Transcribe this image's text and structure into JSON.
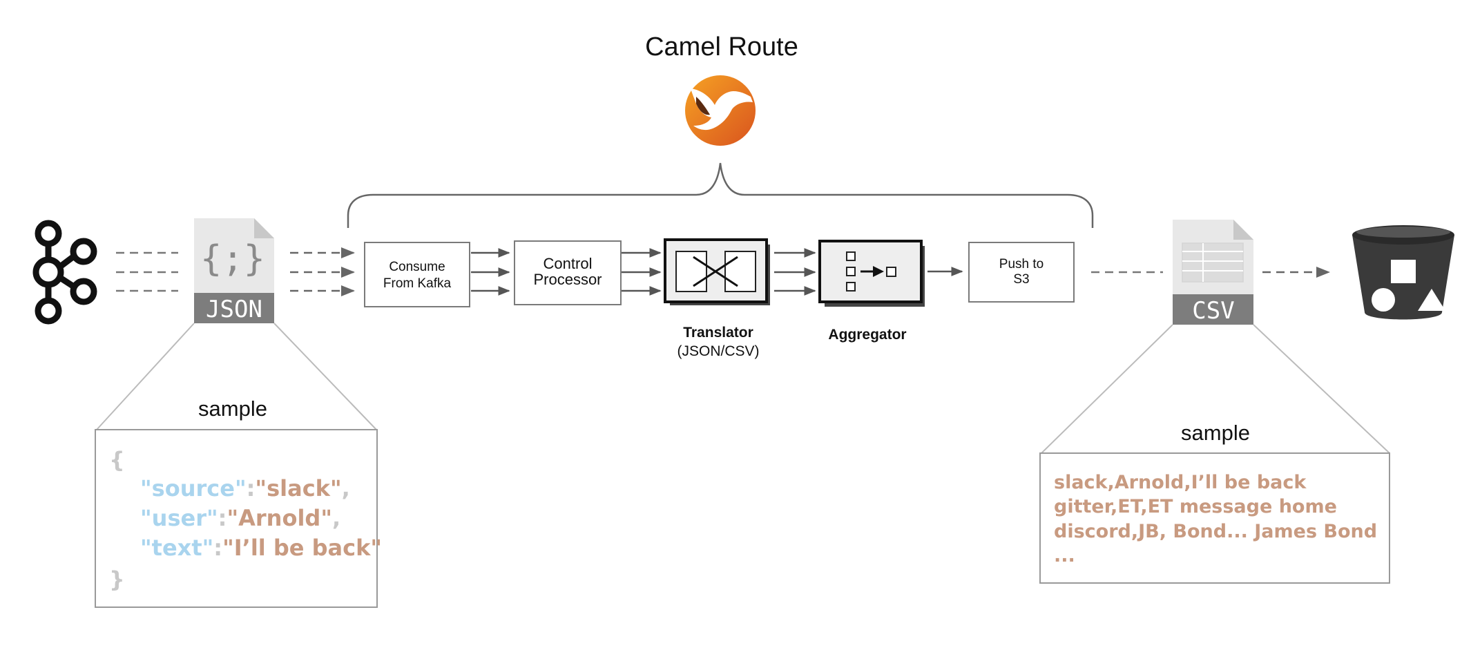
{
  "title": "Camel Route",
  "source": {
    "icon": "kafka-icon"
  },
  "input_file": {
    "icon": "json-file-icon",
    "glyph": "{;}",
    "format_label": "JSON"
  },
  "output_file": {
    "icon": "csv-file-icon",
    "format_label": "CSV"
  },
  "destination": {
    "icon": "s3-bucket-icon"
  },
  "camel_logo": {
    "icon": "camel-logo"
  },
  "steps": {
    "consume": {
      "line1": "Consume",
      "line2": "From Kafka"
    },
    "control": {
      "line1": "Control",
      "line2": "Processor"
    },
    "translator": {
      "label": "Translator",
      "sublabel": "(JSON/CSV)"
    },
    "aggregator": {
      "label": "Aggregator"
    },
    "push": {
      "line1": "Push to",
      "line2": "S3"
    }
  },
  "json_sample": {
    "heading": "sample",
    "open_brace": "{",
    "close_brace": "}",
    "fields": [
      {
        "key": "\"source\"",
        "sep": ":",
        "value": "\"slack\"",
        "tail": ","
      },
      {
        "key": "\"user\"",
        "sep": ":",
        "value": "\"Arnold\"",
        "tail": ","
      },
      {
        "key": "\"text\"",
        "sep": ":",
        "value": "\"I’ll be back\"",
        "tail": ""
      }
    ]
  },
  "csv_sample": {
    "heading": "sample",
    "lines": [
      "slack,Arnold,I’ll be back",
      "gitter,ET,ET message home",
      "discord,JB, Bond... James Bond",
      "..."
    ]
  },
  "colors": {
    "json_key": "#a9d4ee",
    "sample_value": "#c89a80",
    "brace": "#c8c8c8",
    "box_border": "#7a7a7a",
    "file_body": "#e8e8e8",
    "file_band": "#7d7d7d"
  }
}
